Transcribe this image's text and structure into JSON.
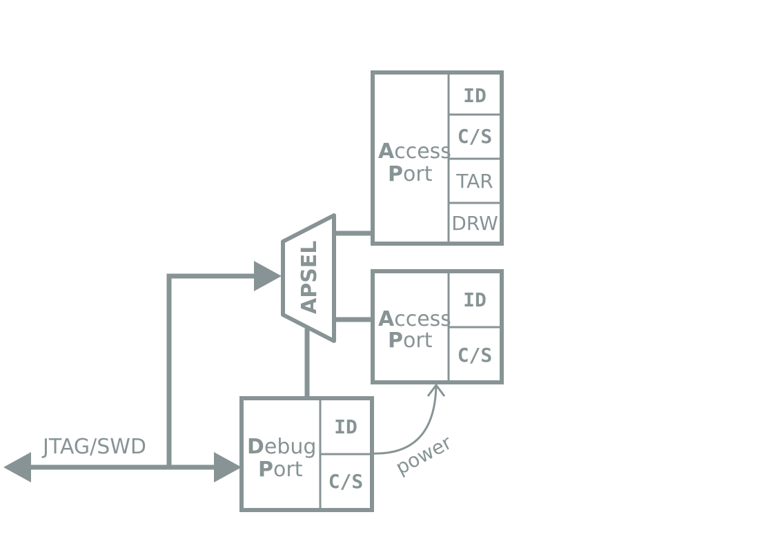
{
  "colors": {
    "diagram": "#879394",
    "background": "#ffffff"
  },
  "bus": {
    "label": "JTAG/SWD"
  },
  "mux": {
    "label": "APSEL"
  },
  "access_port_1": {
    "label_first_initial": "A",
    "label_first_rest": "ccess",
    "label_second_initial": "P",
    "label_second_rest": "ort",
    "registers": [
      "ID",
      "C/S",
      "TAR",
      "DRW"
    ]
  },
  "access_port_2": {
    "label_first_initial": "A",
    "label_first_rest": "ccess",
    "label_second_initial": "P",
    "label_second_rest": "ort",
    "registers": [
      "ID",
      "C/S"
    ]
  },
  "debug_port": {
    "label_first_initial": "D",
    "label_first_rest": "ebug",
    "label_second_initial": "P",
    "label_second_rest": "ort",
    "registers": [
      "ID",
      "C/S"
    ]
  },
  "power_link": {
    "label": "power"
  }
}
